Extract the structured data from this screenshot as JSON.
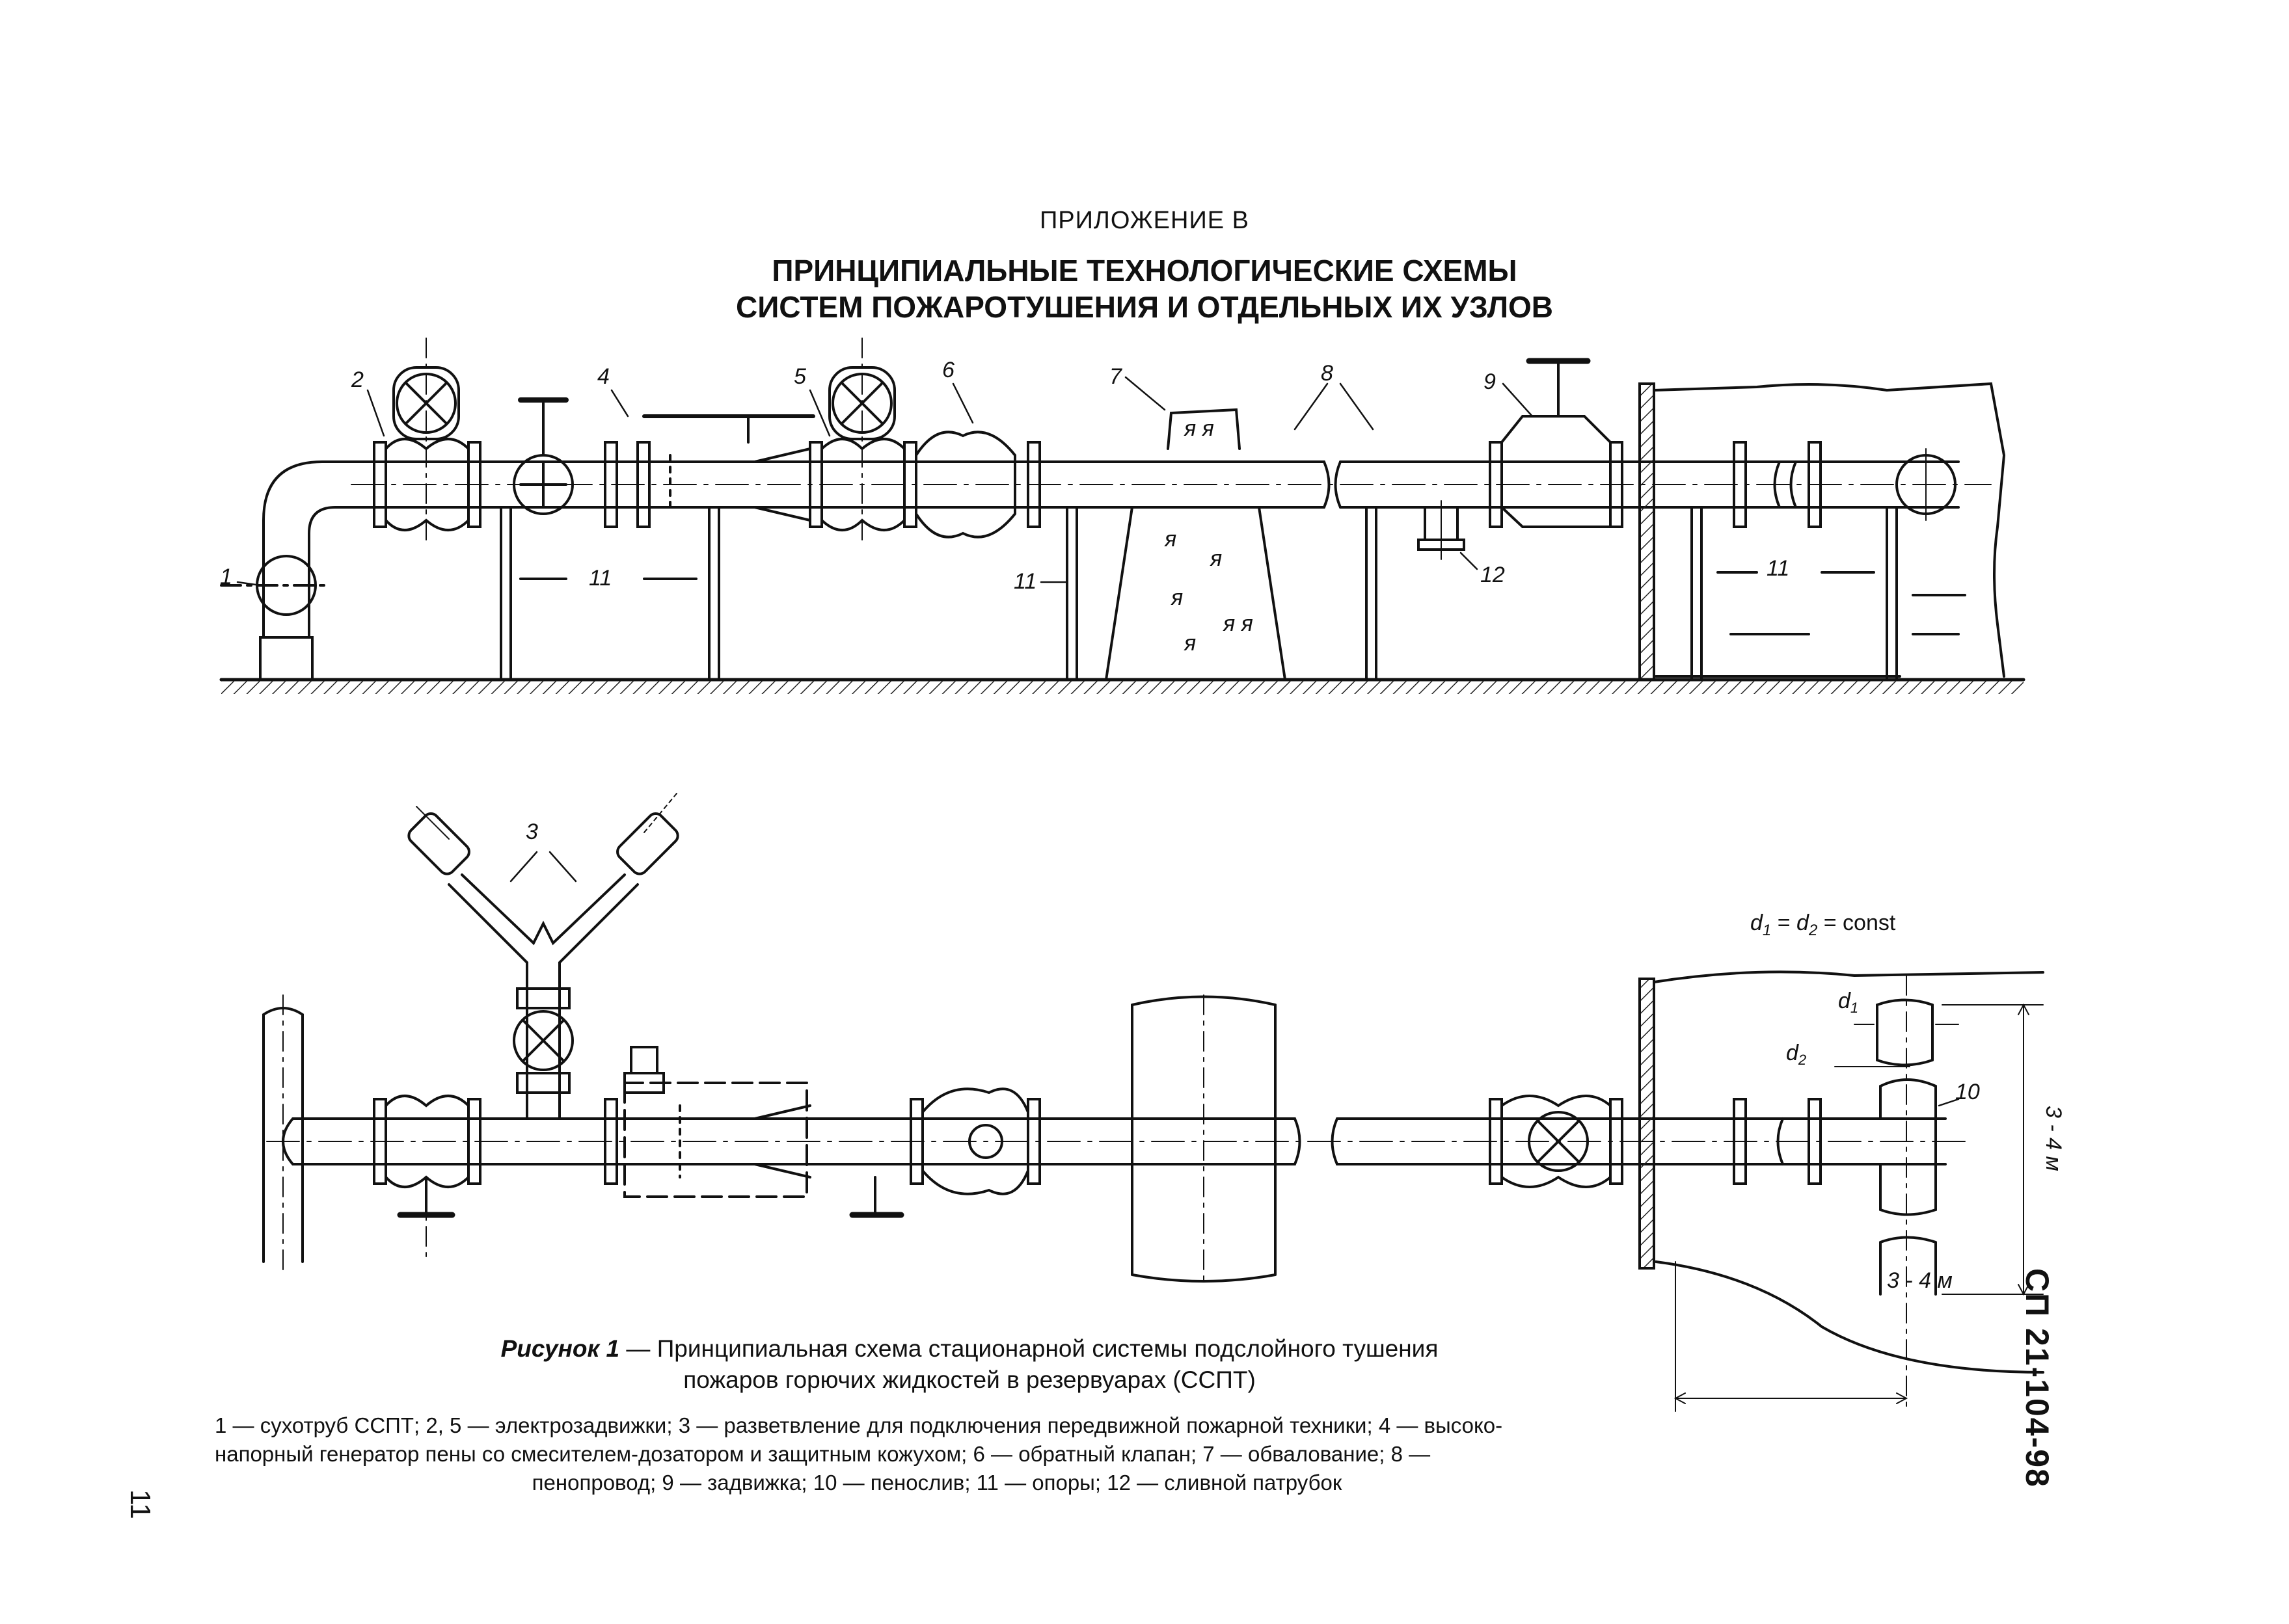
{
  "header": {
    "appendix": "ПРИЛОЖЕНИЕ В",
    "title_line1": "ПРИНЦИПИАЛЬНЫЕ ТЕХНОЛОГИЧЕСКИЕ СХЕМЫ",
    "title_line2": "СИСТЕМ ПОЖАРОТУШЕНИЯ И ОТДЕЛЬНЫХ ИХ УЗЛОВ"
  },
  "labels": {
    "n1": "1",
    "n2": "2",
    "n3": "3",
    "n4": "4",
    "n5": "5",
    "n6": "6",
    "n7": "7",
    "n8": "8",
    "n9": "9",
    "n10": "10",
    "n11": "11",
    "n12": "12"
  },
  "formula": {
    "d1": "d",
    "d1_sub": "1",
    "eq1": " = ",
    "d2": "d",
    "d2_sub": "2",
    "eq2": " = const"
  },
  "dim_labels": {
    "d1": "d",
    "d1_sub": "1",
    "d2": "d",
    "d2_sub": "2",
    "height": "3 - 4 м",
    "height_lower": "3 - 4 м"
  },
  "caption": {
    "figure_label": "Рисунок 1",
    "dash": " — ",
    "line1": "Принципиальная схема стационарной системы подслойного тушения",
    "line2": "пожаров горючих жидкостей в резервуарах (ССПТ)"
  },
  "legend": {
    "line1": "1 — сухотруб ССПТ; 2, 5 — электрозадвижки; 3 — разветвление для подключения передвижной пожарной техники; 4 — высоко-",
    "line2": "напорный генератор пены со смесителем-дозатором и защитным кожухом; 6 — обратный клапан; 7 — обвалование; 8 —",
    "line3": "пенопровод; 9 — задвижка; 10 — пенослив; 11 — опоры; 12 — сливной патрубок"
  },
  "side": {
    "code": "СП 21-104-98"
  },
  "page": {
    "number": "11"
  }
}
